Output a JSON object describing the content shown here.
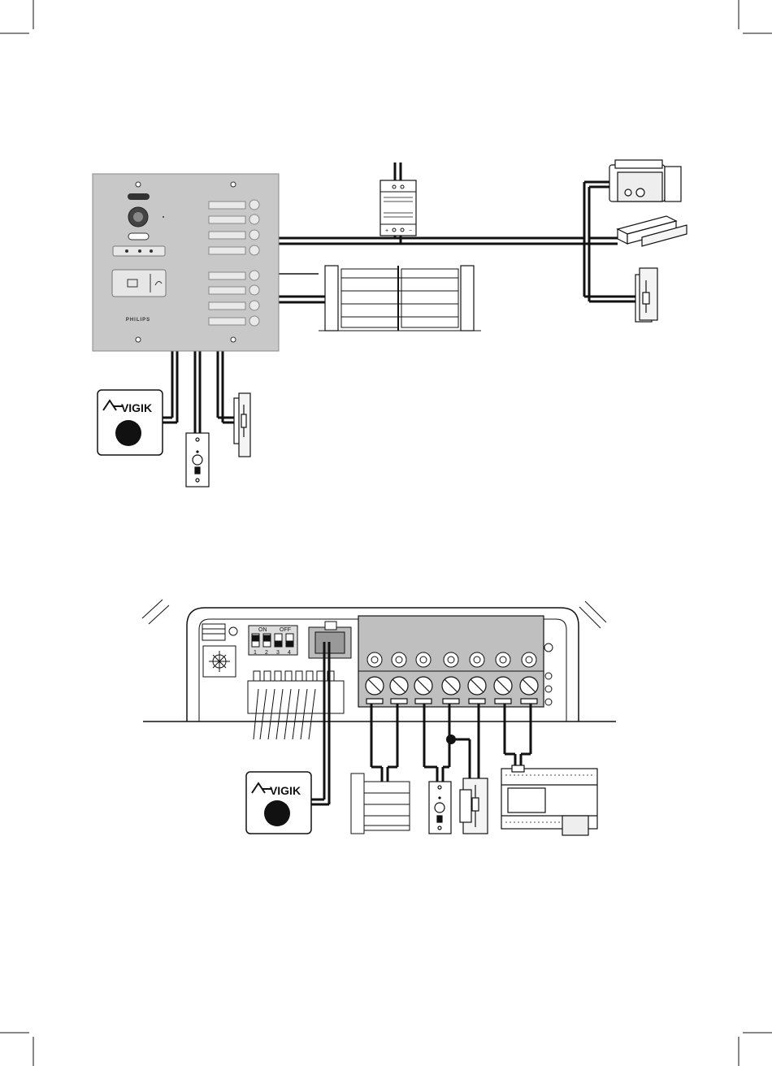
{
  "figure": {
    "top_panel": {
      "brand": "PHILIPS",
      "name_buttons": 8,
      "badge_reader_label": "VIGIK",
      "power_supply_terminals": [
        "+",
        "−"
      ]
    },
    "bottom_board": {
      "dip_switch": {
        "on_label": "ON",
        "off_label": "OFF",
        "positions": [
          "1",
          "2",
          "3",
          "4"
        ]
      },
      "terminal_count": 7,
      "badge_reader_label": "VIGIK"
    }
  },
  "colors": {
    "panel": "#c8c8c8",
    "terminal_block": "#bfbfbf",
    "line": "#111111",
    "background": "#ffffff"
  },
  "icons": [
    "crop-mark",
    "camera-lens",
    "keypad-icon",
    "rfid-icon",
    "hearing-loop-icon",
    "gear-icon",
    "vigik-arrow-icon"
  ]
}
